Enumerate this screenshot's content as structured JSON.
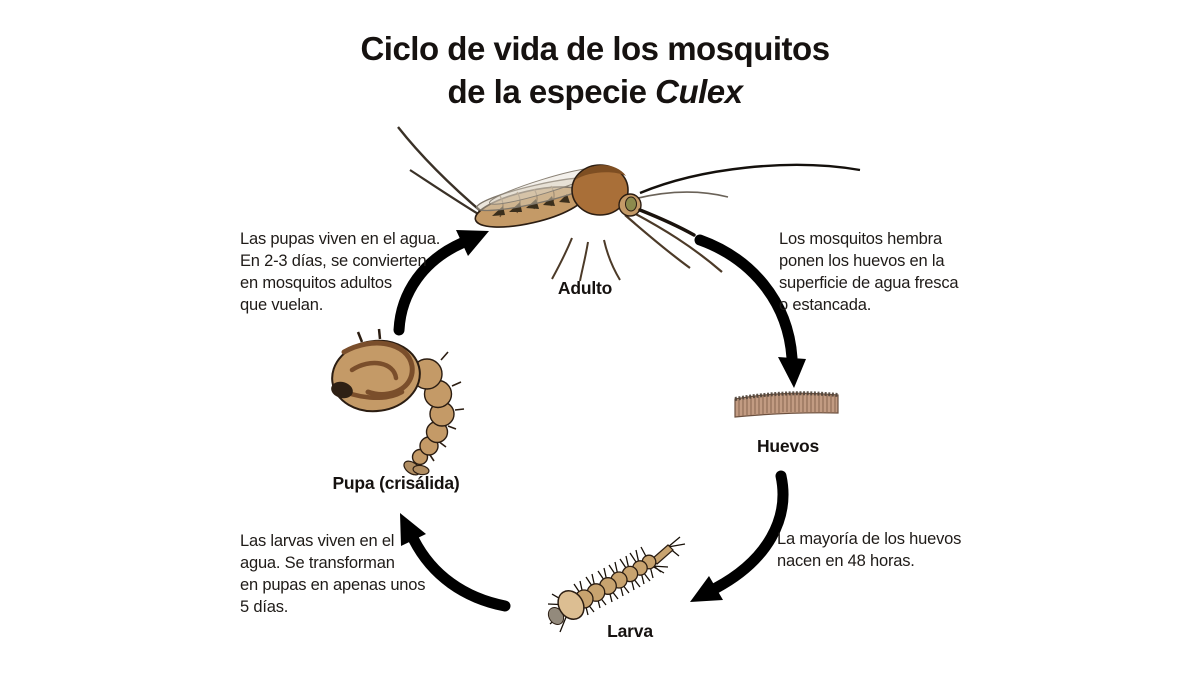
{
  "title": {
    "line1": "Ciclo de vida de los mosquitos",
    "line2_prefix": "de la especie ",
    "line2_species": "Culex"
  },
  "stages": {
    "adult": "Adulto",
    "eggs": "Huevos",
    "larva": "Larva",
    "pupa": "Pupa (crisálida)"
  },
  "annotations": {
    "adult_to_eggs": {
      "lines": [
        "Los mosquitos hembra",
        "ponen los huevos en la",
        "superficie de agua fresca",
        "o estancada."
      ]
    },
    "eggs_to_larva": {
      "lines": [
        "La mayoría de los huevos",
        "nacen en 48 horas."
      ]
    },
    "larva_to_pupa": {
      "lines": [
        "Las larvas viven en el",
        "agua. Se transforman",
        "en pupas en apenas unos",
        "5 días."
      ]
    },
    "pupa_to_adult": {
      "lines": [
        "Las pupas viven en el agua.",
        "En 2-3 días, se convierten",
        "en mosquitos adultos",
        "que vuelan."
      ]
    }
  },
  "colors": {
    "background": "#FFFFFF",
    "text": "#1F1B18",
    "arrow": "#000000",
    "body_tan": "#C49A67",
    "body_brown": "#9A6434",
    "outline_dark": "#2B1D12",
    "egg_band": "#C29B82"
  }
}
